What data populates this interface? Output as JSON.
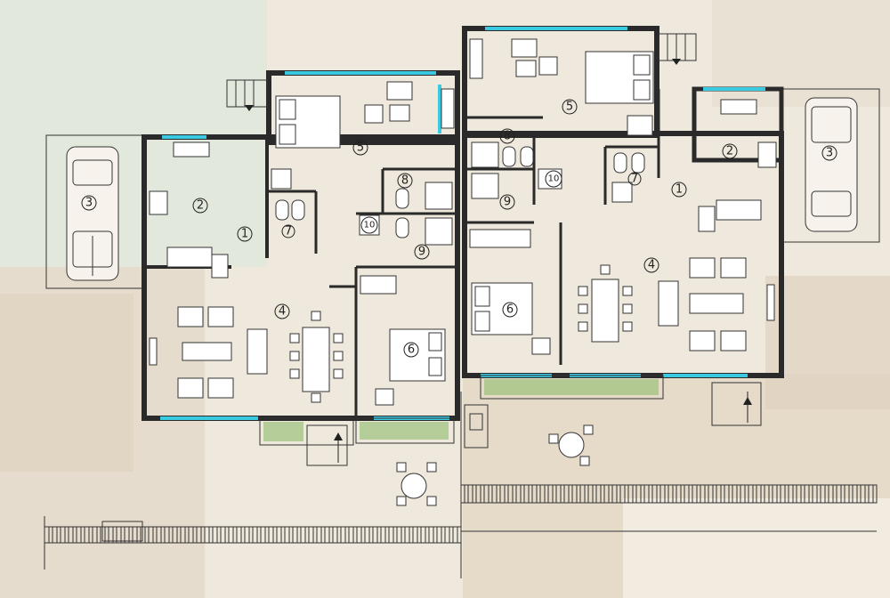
{
  "plan": {
    "colors": {
      "wall": "#2a2a2a",
      "window": "#39c9e0",
      "plant": "#9cc27a",
      "bg_tint": "#eadfce"
    },
    "rooms": [
      {
        "id": "r1L",
        "label": "1"
      },
      {
        "id": "r2L",
        "label": "2"
      },
      {
        "id": "r3L",
        "label": "3"
      },
      {
        "id": "r4L",
        "label": "4"
      },
      {
        "id": "r5L",
        "label": "5"
      },
      {
        "id": "r6L",
        "label": "6"
      },
      {
        "id": "r7L",
        "label": "7"
      },
      {
        "id": "r8L",
        "label": "8"
      },
      {
        "id": "r9L",
        "label": "9"
      },
      {
        "id": "r10L",
        "label": "10"
      },
      {
        "id": "r1R",
        "label": "1"
      },
      {
        "id": "r2R",
        "label": "2"
      },
      {
        "id": "r3R",
        "label": "3"
      },
      {
        "id": "r4R",
        "label": "4"
      },
      {
        "id": "r5R",
        "label": "5"
      },
      {
        "id": "r6R",
        "label": "6"
      },
      {
        "id": "r7R",
        "label": "7"
      },
      {
        "id": "r8R",
        "label": "8"
      },
      {
        "id": "r9R",
        "label": "9"
      },
      {
        "id": "r10R",
        "label": "10"
      }
    ]
  }
}
